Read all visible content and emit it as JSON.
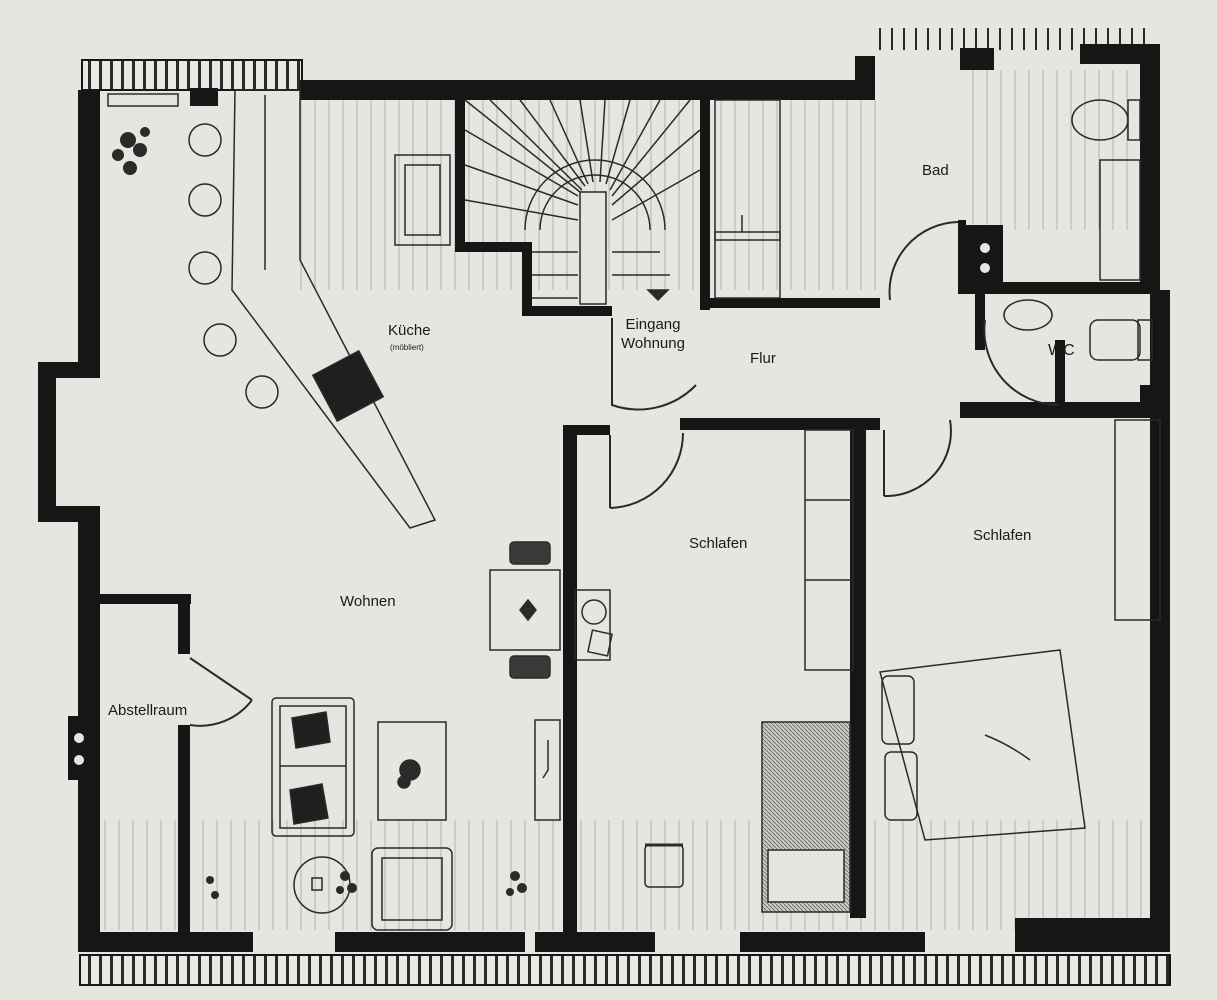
{
  "rooms": {
    "kueche": "Küche",
    "kueche_note": "(möbliert)",
    "bad": "Bad",
    "eingang_line1": "Eingang",
    "eingang_line2": "Wohnung",
    "flur": "Flur",
    "wc": "WC",
    "schlafen_1": "Schlafen",
    "schlafen_2": "Schlafen",
    "wohnen": "Wohnen",
    "abstellraum": "Abstellraum"
  },
  "colors": {
    "paper": "#e6e5e0",
    "wall": "#161616",
    "line": "#2a2a2a"
  }
}
